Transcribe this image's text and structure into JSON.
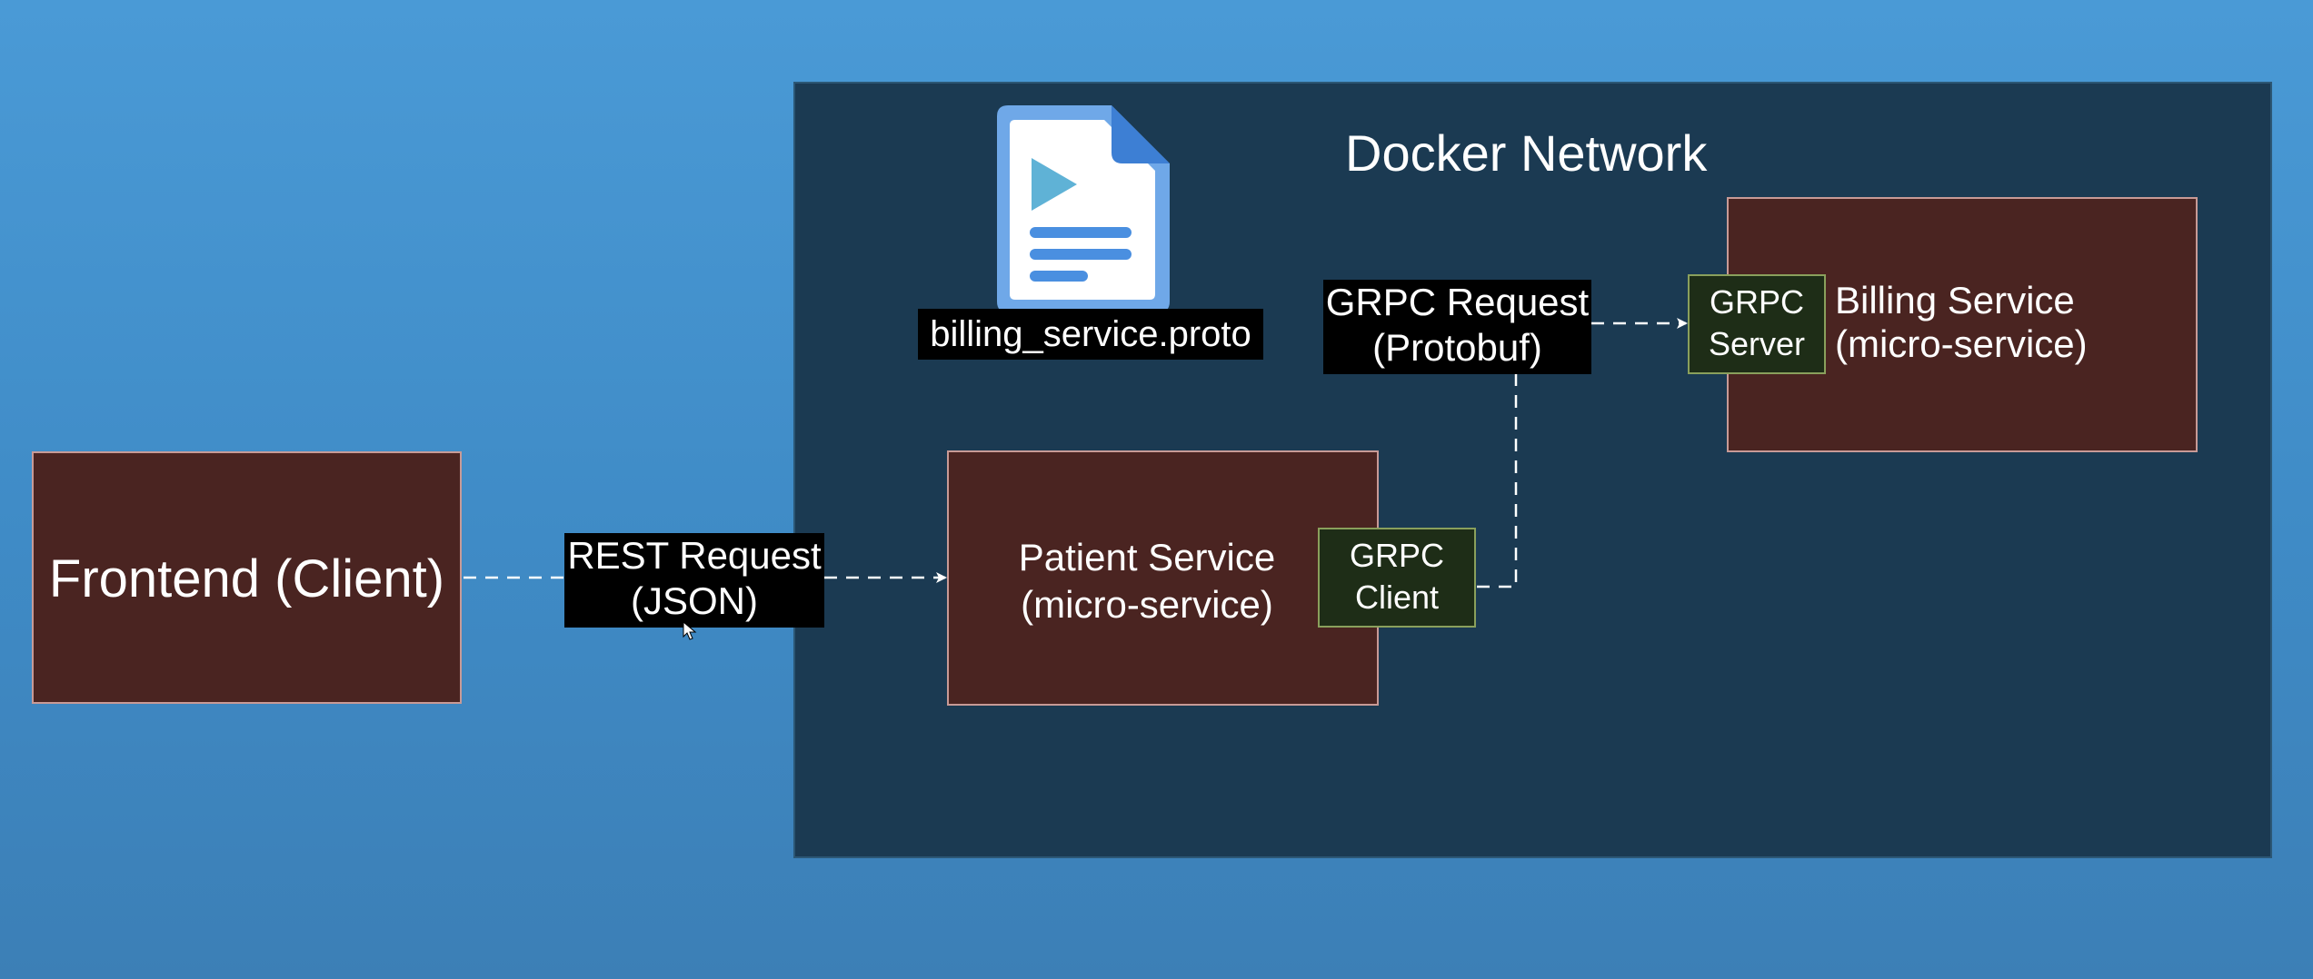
{
  "diagram": {
    "docker_network": {
      "title": "Docker Network"
    },
    "frontend": {
      "label": "Frontend (Client)"
    },
    "patient_service": {
      "line1": "Patient Service",
      "line2": "(micro-service)"
    },
    "billing_service": {
      "line1": "Billing Service",
      "line2": "(micro-service)"
    },
    "grpc_client": {
      "line1": "GRPC",
      "line2": "Client"
    },
    "grpc_server": {
      "line1": "GRPC",
      "line2": "Server"
    },
    "rest_request": {
      "line1": "REST Request",
      "line2": "(JSON)"
    },
    "grpc_request": {
      "line1": "GRPC Request",
      "line2": "(Protobuf)"
    },
    "proto_file": {
      "name": "billing_service.proto",
      "icon": "document-file-icon"
    },
    "colors": {
      "background": "#4a9ad6",
      "docker_network": "#1b3a52",
      "service_box": "#4a2421",
      "grpc_box": "#1e2d17",
      "label_bg": "#000000",
      "file_icon": "#4a8fe0"
    }
  }
}
